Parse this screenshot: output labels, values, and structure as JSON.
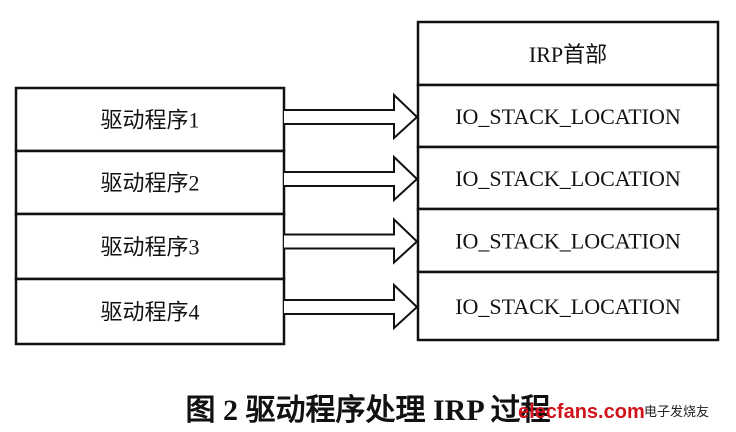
{
  "diagram": {
    "drivers": [
      "驱动程序1",
      "驱动程序2",
      "驱动程序3",
      "驱动程序4"
    ],
    "irp_header": "IRP首部",
    "stack_locations": [
      "IO_STACK_LOCATION",
      "IO_STACK_LOCATION",
      "IO_STACK_LOCATION",
      "IO_STACK_LOCATION"
    ],
    "caption": "图 2   驱动程序处理 IRP 过程"
  },
  "watermark": {
    "site": "elecfans.com",
    "name": "电子发烧友"
  }
}
